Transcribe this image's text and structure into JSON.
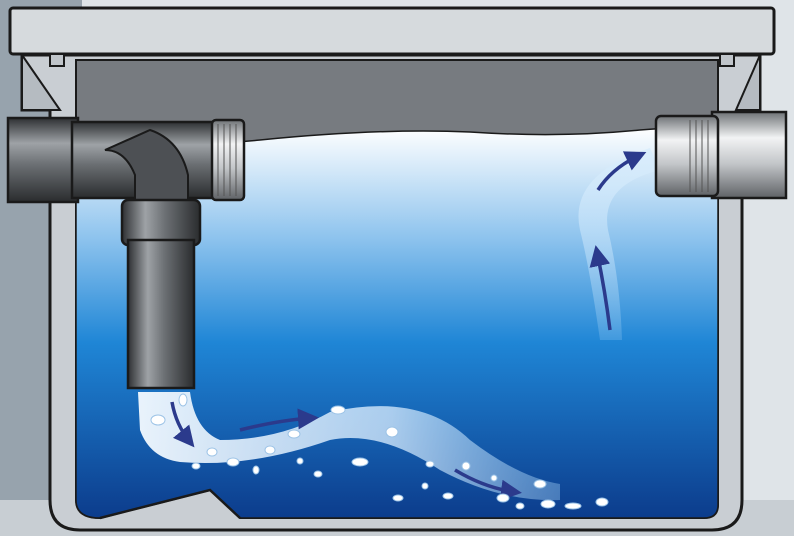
{
  "diagram": {
    "subject": "grease-trap-cross-section",
    "components": [
      {
        "id": "lid",
        "icon": "lid-icon"
      },
      {
        "id": "tank",
        "icon": "tank-icon"
      },
      {
        "id": "inlet-pipe",
        "icon": "pipe-icon"
      },
      {
        "id": "inlet-tee",
        "icon": "tee-fitting-icon"
      },
      {
        "id": "outlet-fitting",
        "icon": "pipe-fitting-icon"
      },
      {
        "id": "water",
        "icon": "water-icon"
      },
      {
        "id": "flow-arrows",
        "icon": "arrow-icon"
      },
      {
        "id": "solid-particles",
        "icon": "particle-icon"
      }
    ]
  },
  "colors": {
    "background_wall": "#9aa6b0",
    "background_light": "#e6eaee",
    "tank_body": "#c9ced3",
    "tank_outline": "#1a1a1a",
    "lid": "#d4d8dc",
    "water_top": "#ffffff",
    "water_mid": "#2f8fd8",
    "water_deep": "#0d3f8f",
    "pipe": "#5b5e62",
    "arrow": "#2b3a8c",
    "flow_stream": "#e8f4ff"
  }
}
